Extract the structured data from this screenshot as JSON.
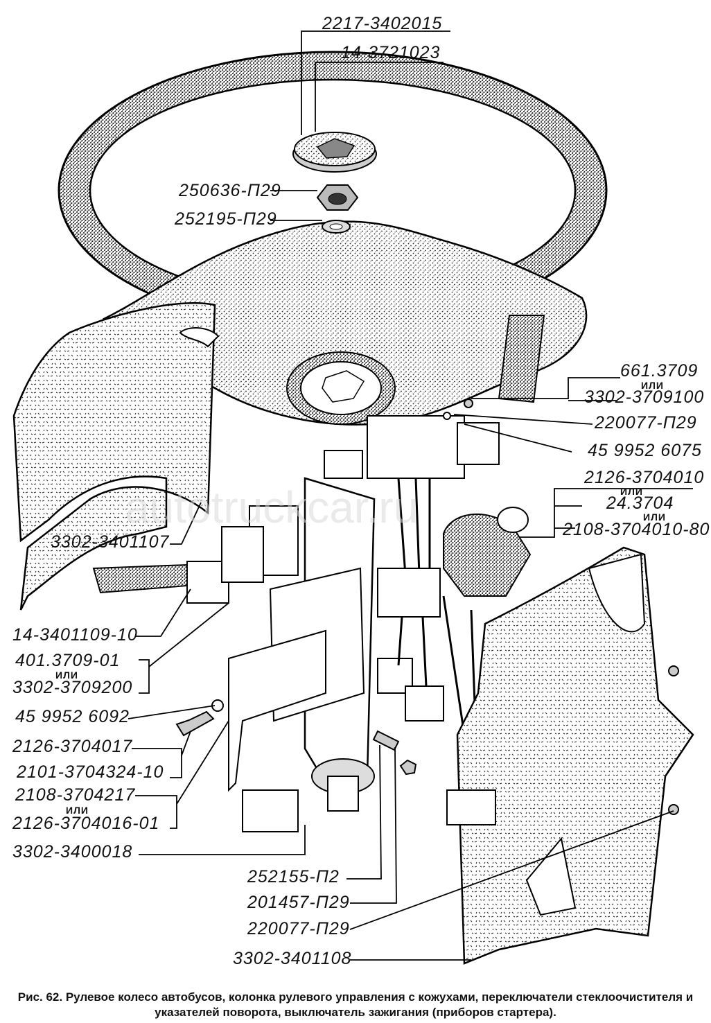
{
  "labels": {
    "top1": "2217-3402015",
    "top2": "14-3721023",
    "nut": "250636-П29",
    "washer": "252195-П29",
    "right1a": "661.3709",
    "right1_ili": "ИЛИ",
    "right1b": "3302-3709100",
    "right2": "220077-П29",
    "right3": "45 9952 6075",
    "right4a": "2126-3704010",
    "right4_ili1": "ИЛИ",
    "right4b": "24.3704",
    "right4_ili2": "ИЛИ",
    "right4c": "2108-3704010-80",
    "left_cover": "3302-3401107",
    "left1": "14-3401109-10",
    "left2a": "401.3709-01",
    "left2_ili": "ИЛИ",
    "left2b": "3302-3709200",
    "left3": "45 9952 6092",
    "left4a": "2126-3704017",
    "left4b": "2101-3704324-10",
    "left5a": "2108-3704217",
    "left5_ili": "ИЛИ",
    "left5b": "2126-3704016-01",
    "left6": "3302-3400018",
    "bottom1": "252155-П2",
    "bottom2": "201457-П29",
    "bottom3": "220077-П29",
    "bottom4": "3302-3401108"
  },
  "watermark": "autotruckcar.ru",
  "caption": "Рис. 62. Рулевое колесо автобусов, колонка рулевого управления с кожухами, переключатели стеклоочистителя и указателей поворота, выключатель зажигания (приборов стартера)."
}
